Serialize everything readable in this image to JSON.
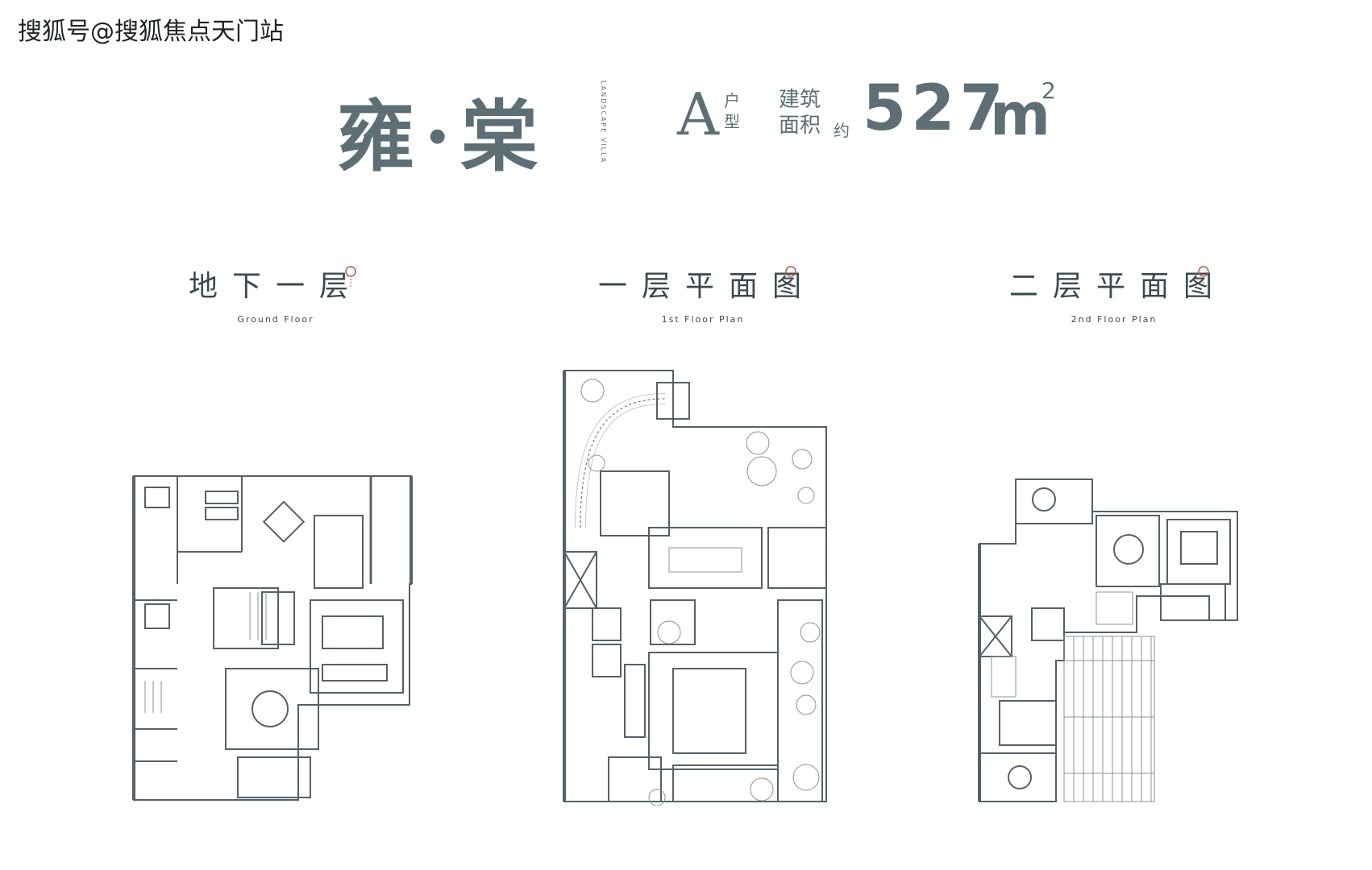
{
  "watermark": "搜狐号@搜狐焦点天门站",
  "header": {
    "title": "雍·棠",
    "title_en": "LANDSCAPE VILLA",
    "unit_letter": "A",
    "unit_suffix": [
      "户",
      "型"
    ],
    "area_label": [
      "建筑",
      "面积"
    ],
    "area_approx": "约",
    "area_value": "527",
    "area_unit": "m",
    "area_sup": "2"
  },
  "floors": [
    {
      "title": "地下一层",
      "subtitle": "Ground Floor"
    },
    {
      "title": "一层平面图",
      "subtitle": "1st Floor Plan"
    },
    {
      "title": "二层平面图",
      "subtitle": "2nd Floor Plan"
    }
  ],
  "colors": {
    "title": "#5d6f75",
    "wall": "#55606a",
    "line": "#8a9399",
    "seal": "#b3564a"
  }
}
